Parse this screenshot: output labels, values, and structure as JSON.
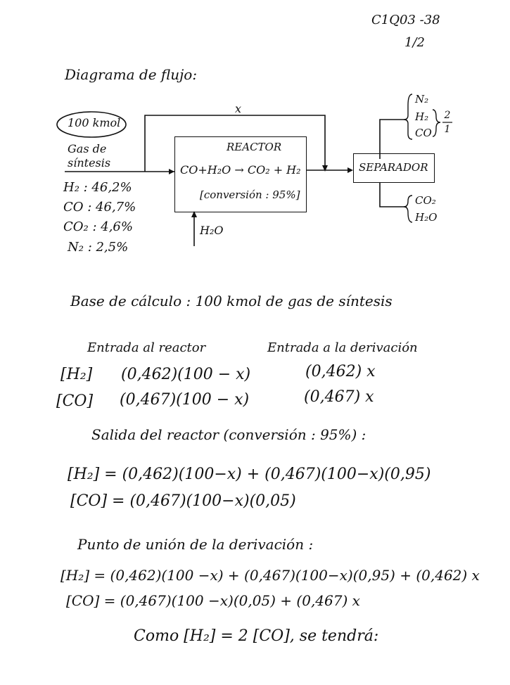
{
  "header": {
    "code": "C1Q03 -38",
    "page": "1/2"
  },
  "title": "Diagrama de flujo:",
  "diagram": {
    "feed_amount": "100 kmol",
    "feed_label_1": "Gas de",
    "feed_label_2": "síntesis",
    "composition": [
      "H₂ : 46,2%",
      "CO : 46,7%",
      "CO₂ : 4,6%",
      "N₂ : 2,5%"
    ],
    "bypass_label": "x",
    "reactor_title": "REACTOR",
    "reaction": "CO+H₂O → CO₂ + H₂",
    "conversion": "[conversión : 95%]",
    "water_feed": "H₂O",
    "separator": "SEPARADOR",
    "top_products": [
      "N₂",
      "H₂",
      "CO"
    ],
    "ratio_num": "2",
    "ratio_den": "1",
    "bottom_products": [
      "CO₂",
      "H₂O"
    ]
  },
  "basis": "Base de cálculo : 100 kmol de gas de síntesis",
  "table": {
    "col1_header": "Entrada al reactor",
    "col2_header": "Entrada a la derivación",
    "rows": [
      {
        "label": "[H₂]",
        "reactor": "(0,462)(100 − x)",
        "bypass": "(0,462) x"
      },
      {
        "label": "[CO]",
        "reactor": "(0,467)(100 − x)",
        "bypass": "(0,467) x"
      }
    ]
  },
  "reactor_out": {
    "heading": "Salida del reactor (conversión : 95%) :",
    "h2": "[H₂] = (0,462)(100−x) + (0,467)(100−x)(0,95)",
    "co": "[CO] = (0,467)(100−x)(0,05)"
  },
  "junction": {
    "heading": "Punto de unión de la derivación :",
    "h2": "[H₂] = (0,462)(100 −x) + (0,467)(100−x)(0,95) + (0,462) x",
    "co": "[CO] = (0,467)(100 −x)(0,05) + (0,467) x"
  },
  "closing": "Como [H₂] = 2 [CO], se tendrá:"
}
